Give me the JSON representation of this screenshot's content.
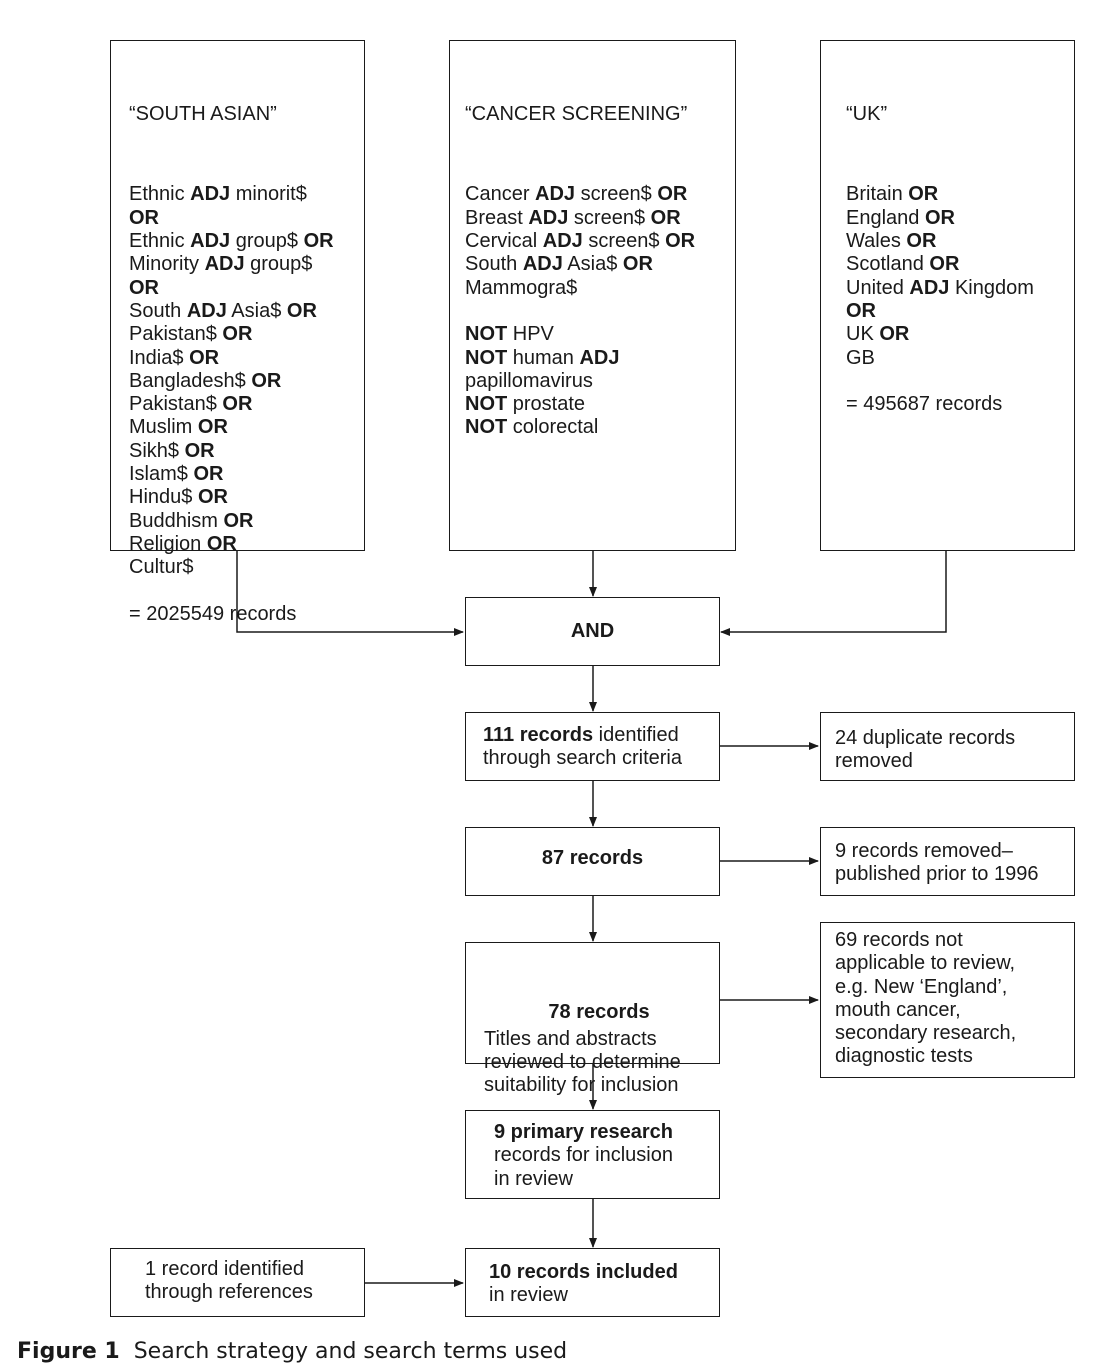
{
  "search_columns": {
    "south_asian": {
      "heading": "“SOUTH ASIAN”",
      "lines": [
        [
          {
            "t": "Ethnic "
          },
          {
            "t": "ADJ",
            "b": true
          },
          {
            "t": " minorit$"
          }
        ],
        [
          {
            "t": "OR",
            "b": true
          }
        ],
        [
          {
            "t": "Ethnic "
          },
          {
            "t": "ADJ",
            "b": true
          },
          {
            "t": " group$ "
          },
          {
            "t": "OR",
            "b": true
          }
        ],
        [
          {
            "t": "Minority "
          },
          {
            "t": "ADJ",
            "b": true
          },
          {
            "t": " group$"
          }
        ],
        [
          {
            "t": "OR",
            "b": true
          }
        ],
        [
          {
            "t": "South "
          },
          {
            "t": "ADJ",
            "b": true
          },
          {
            "t": " Asia$ "
          },
          {
            "t": "OR",
            "b": true
          }
        ],
        [
          {
            "t": "Pakistan$ "
          },
          {
            "t": "OR",
            "b": true
          }
        ],
        [
          {
            "t": "India$ "
          },
          {
            "t": "OR",
            "b": true
          }
        ],
        [
          {
            "t": "Bangladesh$ "
          },
          {
            "t": "OR",
            "b": true
          }
        ],
        [
          {
            "t": "Pakistan$ "
          },
          {
            "t": "OR",
            "b": true
          }
        ],
        [
          {
            "t": "Muslim "
          },
          {
            "t": "OR",
            "b": true
          }
        ],
        [
          {
            "t": "Sikh$ "
          },
          {
            "t": "OR",
            "b": true
          }
        ],
        [
          {
            "t": "Islam$ "
          },
          {
            "t": "OR",
            "b": true
          }
        ],
        [
          {
            "t": "Hindu$ "
          },
          {
            "t": "OR",
            "b": true
          }
        ],
        [
          {
            "t": "Buddhism "
          },
          {
            "t": "OR",
            "b": true
          }
        ],
        [
          {
            "t": "Religion "
          },
          {
            "t": "OR",
            "b": true
          }
        ],
        [
          {
            "t": "Cultur$"
          }
        ],
        [
          {
            "t": " "
          }
        ],
        [
          {
            "t": "= 2025549 records"
          }
        ]
      ]
    },
    "cancer_screening": {
      "heading": "“CANCER SCREENING”",
      "lines": [
        [
          {
            "t": "Cancer "
          },
          {
            "t": "ADJ",
            "b": true
          },
          {
            "t": " screen$ "
          },
          {
            "t": "OR",
            "b": true
          }
        ],
        [
          {
            "t": "Breast "
          },
          {
            "t": "ADJ",
            "b": true
          },
          {
            "t": " screen$ "
          },
          {
            "t": "OR",
            "b": true
          }
        ],
        [
          {
            "t": "Cervical "
          },
          {
            "t": "ADJ",
            "b": true
          },
          {
            "t": " screen$ "
          },
          {
            "t": "OR",
            "b": true
          }
        ],
        [
          {
            "t": "South "
          },
          {
            "t": "ADJ",
            "b": true
          },
          {
            "t": " Asia$ "
          },
          {
            "t": "OR",
            "b": true
          }
        ],
        [
          {
            "t": "Mammogra$"
          }
        ],
        [
          {
            "t": " "
          }
        ],
        [
          {
            "t": "NOT",
            "b": true
          },
          {
            "t": " HPV"
          }
        ],
        [
          {
            "t": "NOT",
            "b": true
          },
          {
            "t": " human "
          },
          {
            "t": "ADJ",
            "b": true
          }
        ],
        [
          {
            "t": "papillomavirus"
          }
        ],
        [
          {
            "t": "NOT",
            "b": true
          },
          {
            "t": " prostate"
          }
        ],
        [
          {
            "t": "NOT",
            "b": true
          },
          {
            "t": " colorectal"
          }
        ]
      ]
    },
    "uk": {
      "heading": "“UK”",
      "lines": [
        [
          {
            "t": "Britain "
          },
          {
            "t": "OR",
            "b": true
          }
        ],
        [
          {
            "t": "England "
          },
          {
            "t": "OR",
            "b": true
          }
        ],
        [
          {
            "t": "Wales "
          },
          {
            "t": "OR",
            "b": true
          }
        ],
        [
          {
            "t": "Scotland "
          },
          {
            "t": "OR",
            "b": true
          }
        ],
        [
          {
            "t": "United "
          },
          {
            "t": "ADJ",
            "b": true
          },
          {
            "t": " Kingdom"
          }
        ],
        [
          {
            "t": "OR",
            "b": true
          }
        ],
        [
          {
            "t": "UK "
          },
          {
            "t": "OR",
            "b": true
          }
        ],
        [
          {
            "t": "GB"
          }
        ],
        [
          {
            "t": " "
          }
        ],
        [
          {
            "t": "= 495687 records"
          }
        ]
      ]
    }
  },
  "and_box": {
    "label": "AND"
  },
  "flow": {
    "identified": [
      [
        {
          "t": "111 records",
          "b": true
        },
        {
          "t": " identified"
        }
      ],
      [
        {
          "t": "through search criteria"
        }
      ]
    ],
    "after_duplicates": [
      [
        {
          "t": "87 records",
          "b": true
        }
      ]
    ],
    "screened": [
      [
        {
          "t": "78 records",
          "b": true
        }
      ],
      [
        {
          "t": "Titles and abstracts"
        }
      ],
      [
        {
          "t": "reviewed to determine"
        }
      ],
      [
        {
          "t": "suitability for inclusion"
        }
      ]
    ],
    "primary": [
      [
        {
          "t": "9 primary research",
          "b": true
        }
      ],
      [
        {
          "t": "records for inclusion"
        }
      ],
      [
        {
          "t": "in review"
        }
      ]
    ],
    "included": [
      [
        {
          "t": "10 records included",
          "b": true
        }
      ],
      [
        {
          "t": "in review"
        }
      ]
    ]
  },
  "exclusions": {
    "duplicates": [
      [
        {
          "t": "24 duplicate records"
        }
      ],
      [
        {
          "t": "removed"
        }
      ]
    ],
    "date": [
      [
        {
          "t": "9 records removed–"
        }
      ],
      [
        {
          "t": "published prior to 1996"
        }
      ]
    ],
    "not_applicable": [
      [
        {
          "t": "69 records not"
        }
      ],
      [
        {
          "t": "applicable to review,"
        }
      ],
      [
        {
          "t": "e.g. New ‘England’,"
        }
      ],
      [
        {
          "t": "mouth cancer,"
        }
      ],
      [
        {
          "t": "secondary research,"
        }
      ],
      [
        {
          "t": "diagnostic tests"
        }
      ]
    ]
  },
  "references": [
    [
      {
        "t": "1 record identified"
      }
    ],
    [
      {
        "t": "through references"
      }
    ]
  ],
  "caption": {
    "label": "Figure 1",
    "text": "Search strategy and search terms used"
  }
}
